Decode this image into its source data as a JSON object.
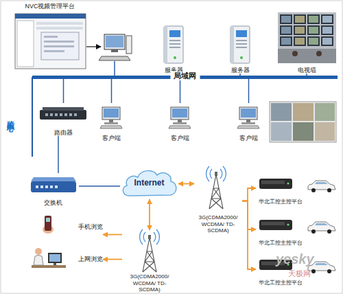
{
  "diagram": {
    "nodes": [
      {
        "text": [
          "NVC视频管理平台"
        ]
      },
      {
        "text": [
          "服务器"
        ]
      },
      {
        "text": [
          "服务器"
        ]
      },
      {
        "text": [
          "电视墙"
        ]
      },
      {
        "text": [
          "局域网"
        ]
      },
      {
        "text": [
          "路由器"
        ]
      },
      {
        "text": [
          "客户端"
        ]
      },
      {
        "text": [
          "客户端"
        ]
      },
      {
        "text": [
          "客户端"
        ]
      },
      {
        "text": [
          "交换机"
        ]
      },
      {
        "text": [
          "Internet"
        ]
      },
      {
        "text": [
          "3G(CDMA2000/ WCDMA/ TD-SCDMA)"
        ]
      },
      {
        "text": [
          "华北工控主控平台"
        ]
      },
      {
        "text": [
          "华北工控主控平台"
        ]
      },
      {
        "text": [
          "华北工控主控平台"
        ]
      },
      {
        "text": [
          "手机浏览"
        ]
      },
      {
        "text": [
          "上网浏览"
        ]
      },
      {
        "text": [
          "3G(CDMA2000/ WCDMA/ TD-SCDMA)"
        ]
      }
    ],
    "edges": [
      {
        "from": 1,
        "to": 4,
        "arrow": "none"
      },
      {
        "from": 2,
        "to": 4,
        "arrow": "none"
      },
      {
        "from": 3,
        "to": 4,
        "arrow": "none"
      },
      {
        "from": 5,
        "to": 4,
        "arrow": "none"
      },
      {
        "from": 6,
        "to": 4,
        "arrow": "none"
      },
      {
        "from": 7,
        "to": 4,
        "arrow": "none"
      },
      {
        "from": 8,
        "to": 4,
        "arrow": "none"
      },
      {
        "from": 5,
        "to": 9,
        "arrow": "none"
      },
      {
        "from": 9,
        "to": 10,
        "arrow": "none"
      },
      {
        "from": 10,
        "to": 11,
        "arrow": "both"
      },
      {
        "from": 10,
        "to": 17,
        "arrow": "both"
      },
      {
        "from": 11,
        "to": 12,
        "arrow": "to"
      },
      {
        "from": 11,
        "to": 13,
        "arrow": "to"
      },
      {
        "from": 11,
        "to": 14,
        "arrow": "to"
      },
      {
        "from": 17,
        "to": 15,
        "arrow": "to"
      },
      {
        "from": 17,
        "to": 16,
        "arrow": "to"
      }
    ],
    "labels": [
      "监控中心",
      "yesky",
      "天极网"
    ]
  }
}
